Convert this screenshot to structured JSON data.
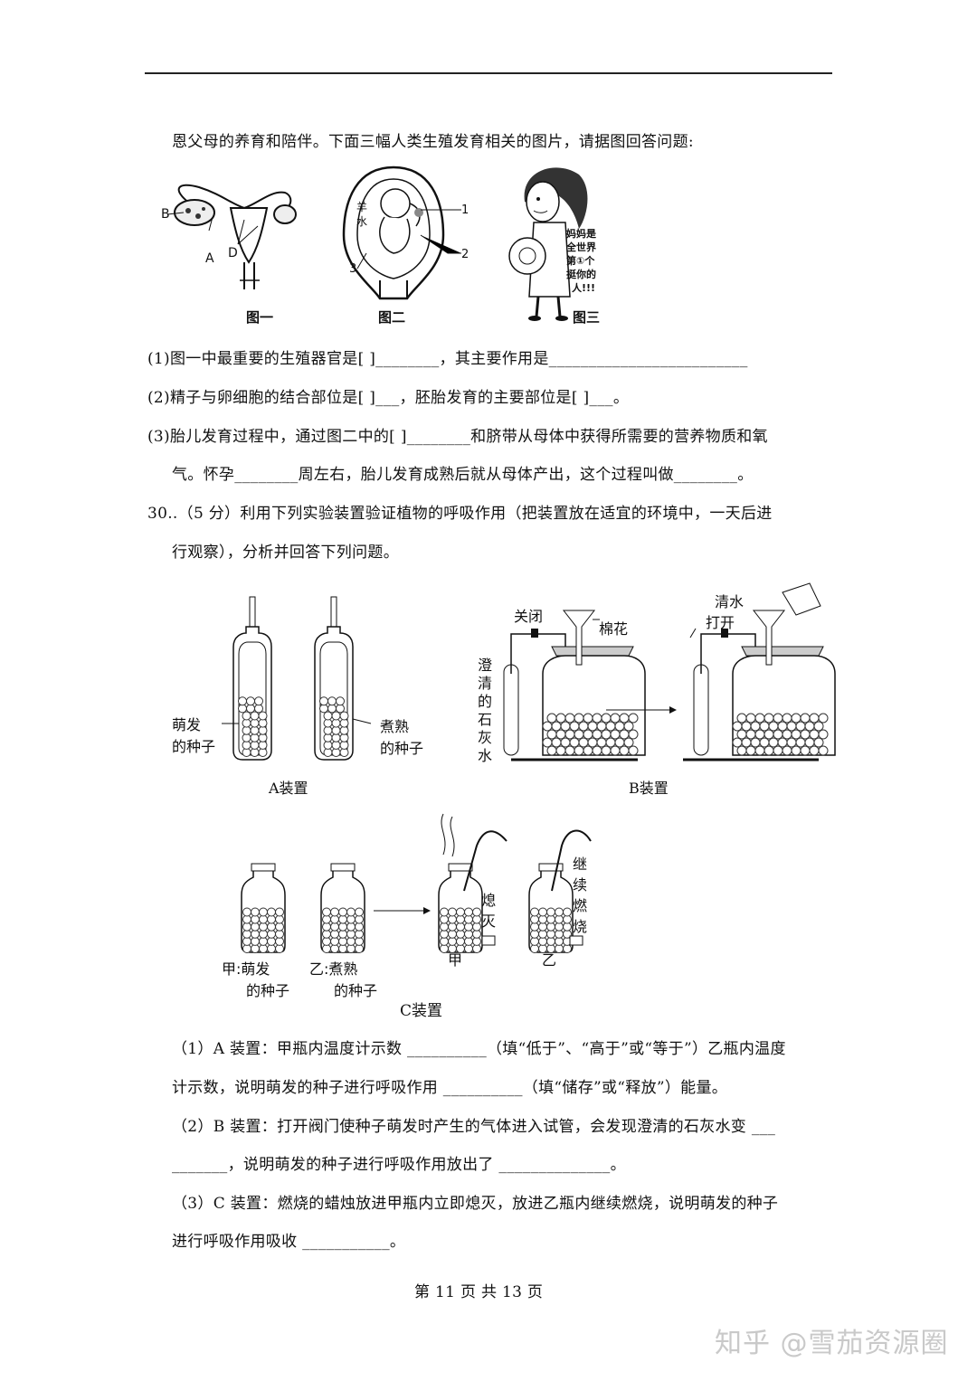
{
  "intro": "恩父母的养育和陪伴。下面三幅人类生殖发育相关的图片，请据图回答问题:",
  "fig1": {
    "caption": "图一",
    "label_b": "B",
    "label_a": "A",
    "label_d": "D"
  },
  "fig2": {
    "caption": "图二",
    "label_yang": "羊",
    "label_shui": "水",
    "label_1": "1",
    "label_2": "2",
    "label_3": "3"
  },
  "fig3": {
    "caption": "图三",
    "line1": "妈妈是",
    "line2": "全世界",
    "line3": "第①个",
    "line4": "挺你的",
    "line5": "人!!!"
  },
  "q29": {
    "q1": "(1)图一中最重要的生殖器官是[    ]________，其主要作用是_________________________",
    "q2": "(2)精子与卵细胞的结合部位是[    ]___，胚胎发育的主要部位是[   ]___。",
    "q3a": "(3)胎儿发育过程中，通过图二中的[  ]________和脐带从母体中获得所需要的营养物质和氧",
    "q3b": "气。怀孕________周左右，胎儿发育成熟后就从母体产出，这个过程叫做________。"
  },
  "q30": {
    "line1": "30..（5 分）利用下列实验装置验证植物的呼吸作用（把装置放在适宜的环境中，一天后进",
    "line2": "行观察），分析并回答下列问题。"
  },
  "deviceA": {
    "caption": "A装置",
    "left_label1": "萌发",
    "left_label2": "的种子",
    "right_label1": "煮熟",
    "right_label2": "的种子"
  },
  "deviceB": {
    "caption": "B装置",
    "close": "关闭",
    "cotton": "棉花",
    "limewater": [
      "澄",
      "清",
      "的",
      "石",
      "灰",
      "水"
    ],
    "water": "清水",
    "open": "打开"
  },
  "deviceC": {
    "caption": "C装置",
    "jia_label1": "甲:萌发",
    "jia_label2": "的种子",
    "yi_label1": "乙:煮熟",
    "yi_label2": "的种子",
    "out": [
      "熄",
      "灭"
    ],
    "keep": [
      "继",
      "续",
      "燃",
      "烧"
    ],
    "jia": "甲",
    "yi": "乙"
  },
  "answers": {
    "a1": "（1）A 装置：甲瓶内温度计示数 __________（填“低于”、“高于”或“等于”）乙瓶内温度",
    "a1b": "计示数，说明萌发的种子进行呼吸作用 __________（填“储存”或“释放”）能量。",
    "a2": "（2）B 装置：打开阀门使种子萌发时产生的气体进入试管，会发现澄清的石灰水变 ___",
    "a2b": "_______，说明萌发的种子进行呼吸作用放出了 ______________。",
    "a3": "（3）C 装置：燃烧的蜡烛放进甲瓶内立即熄灭，放进乙瓶内继续燃烧，说明萌发的种子",
    "a3b": "进行呼吸作用吸收 ___________。"
  },
  "footer": "第  11  页  共  13  页",
  "watermark": "知乎 @雪茄资源圈"
}
